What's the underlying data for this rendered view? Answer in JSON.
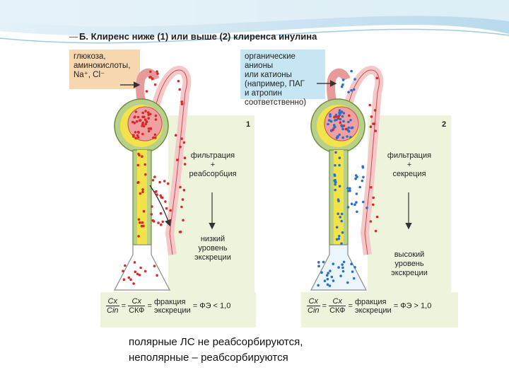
{
  "panel_title": "Б. Клиренс ниже (1) или выше (2) клиренса инулина",
  "left_box": {
    "line1": "глюкоза,",
    "line2": "аминокислоты,",
    "line3": "Na⁺, Cl⁻"
  },
  "right_box": {
    "line1": "органические анионы",
    "line2": "или катионы",
    "line3": "(например, ПАГ",
    "line4": "и атропин",
    "line5": "соответственно)"
  },
  "panel1": {
    "number": "1",
    "process_line1": "фильтрация",
    "process_line2": "+",
    "process_line3": "реабсорбция",
    "result_line1": "низкий",
    "result_line2": "уровень",
    "result_line3": "экскреции"
  },
  "panel2": {
    "number": "2",
    "process_line1": "фильтрация",
    "process_line2": "+",
    "process_line3": "секреция",
    "result_line1": "высокий",
    "result_line2": "уровень",
    "result_line3": "экскреции"
  },
  "formula1": {
    "num1": "Cx",
    "den1": "Cin",
    "eq": "=",
    "num2": "Cx",
    "den2": "СКФ",
    "eq2": "=",
    "word1": "фракция",
    "word2": "экскреции",
    "result": "= ФЭ < 1,0"
  },
  "formula2": {
    "num1": "Cx",
    "den1": "Cin",
    "eq": "=",
    "num2": "Cx",
    "den2": "СКФ",
    "eq2": "=",
    "word1": "фракция",
    "word2": "экскреции",
    "result": "= ФЭ > 1,0"
  },
  "caption": {
    "line1": "полярные ЛС не реабсорбируются,",
    "line2": "неполярные – реабсорбируются"
  },
  "colors": {
    "red_dots": "#d62a2a",
    "blue_dots": "#2a6fc9",
    "tubule_yellow": "#f3e34a",
    "tubule_green": "#b9d08a",
    "vessel_pink": "#f2b8b8",
    "vessel_red": "#d04a4a",
    "left_box_bg": "#f6d7b0",
    "right_box_bg": "#c5e6f2",
    "panel_bg": "#eef4dc"
  }
}
